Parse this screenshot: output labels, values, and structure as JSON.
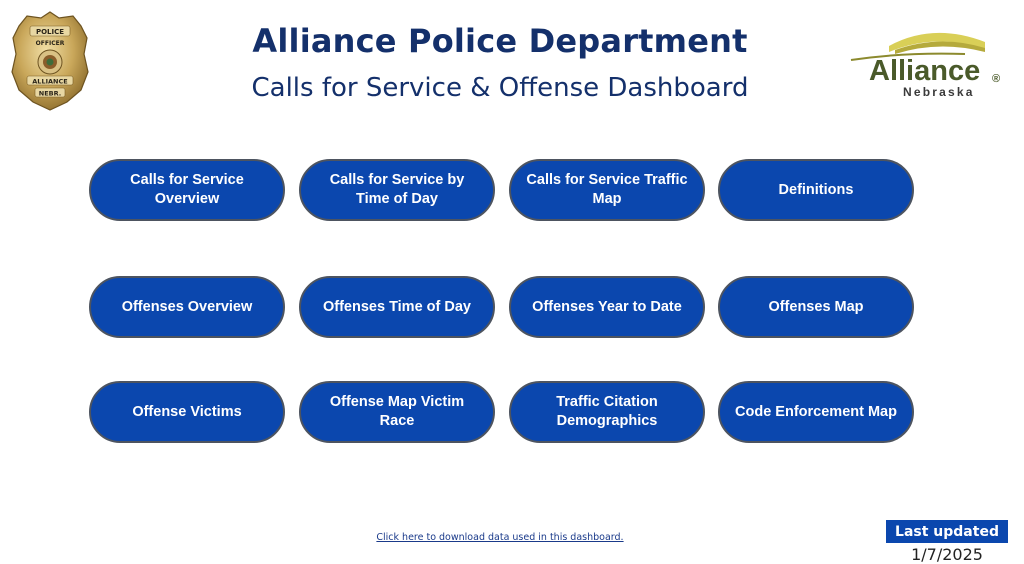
{
  "header": {
    "title": "Alliance Police Department",
    "subtitle": "Calls for Service & Offense Dashboard"
  },
  "badge": {
    "line1": "POLICE",
    "line2": "OFFICER",
    "line3": "ALLIANCE",
    "line4": "NEBR."
  },
  "city_logo": {
    "name": "Alliance",
    "state": "Nebraska",
    "mark": "®"
  },
  "buttons": [
    {
      "label": "Calls for Service Overview"
    },
    {
      "label": "Calls for Service by Time of Day"
    },
    {
      "label": "Calls for Service Traffic Map"
    },
    {
      "label": "Definitions"
    },
    {
      "label": "Offenses Overview"
    },
    {
      "label": "Offenses Time of Day"
    },
    {
      "label": "Offenses Year to Date"
    },
    {
      "label": "Offenses Map"
    },
    {
      "label": "Offense Victims"
    },
    {
      "label": "Offense Map Victim Race"
    },
    {
      "label": "Traffic Citation Demographics"
    },
    {
      "label": "Code Enforcement Map"
    }
  ],
  "footer": {
    "download_link": "Click here to download data used in this dashboard.",
    "last_updated_label": "Last updated",
    "last_updated_date": "1/7/2025"
  },
  "colors": {
    "button_fill": "#0b47ae",
    "title": "#14306b",
    "badge_gold": "#c9a75a"
  }
}
